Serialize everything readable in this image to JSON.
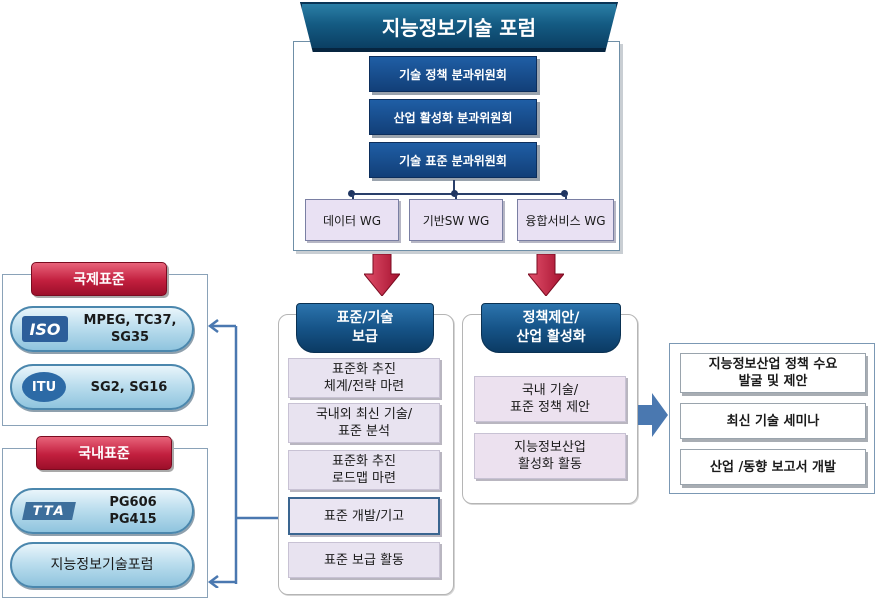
{
  "forum": {
    "title": "지능정보기술 포럼",
    "committees": [
      "기술 정책 분과위원회",
      "산업 활성화 분과위원회",
      "기술 표준 분과위원회"
    ],
    "working_groups": [
      "데이터 WG",
      "기반SW WG",
      "융합서비스 WG"
    ]
  },
  "international": {
    "label": "국제표준",
    "items": [
      {
        "logo": "ISO",
        "line1": "MPEG, TC37,",
        "line2": "SG35"
      },
      {
        "logo": "ITU",
        "line1": "SG2, SG16",
        "line2": ""
      }
    ]
  },
  "domestic": {
    "label": "국내표준",
    "items": [
      {
        "logo": "TTA",
        "line1": "PG606",
        "line2": "PG415"
      },
      {
        "logo": "",
        "line1": "지능정보기술포럼",
        "line2": ""
      }
    ]
  },
  "standards_column": {
    "head_line1": "표준/기술",
    "head_line2": "보급",
    "items": [
      {
        "line1": "표준화 추진",
        "line2": "체계/전략 마련"
      },
      {
        "line1": "국내외 최신 기술/",
        "line2": "표준 분석"
      },
      {
        "line1": "표준화 추진",
        "line2": "로드맵 마련"
      },
      {
        "line1": "표준 개발/기고",
        "line2": ""
      },
      {
        "line1": "표준 보급 활동",
        "line2": ""
      }
    ]
  },
  "policy_column": {
    "head_line1": "정책제안/",
    "head_line2": "산업 활성화",
    "items": [
      {
        "line1": "국내 기술/",
        "line2": "표준 정책 제안"
      },
      {
        "line1": "지능정보산업",
        "line2": "활성화 활동"
      }
    ]
  },
  "outputs": [
    {
      "line1": "지능정보산업 정책 수요",
      "line2": "발굴 및 제안"
    },
    {
      "line1": "최신 기술 세미나",
      "line2": ""
    },
    {
      "line1": "산업 /동향 보고서 개발",
      "line2": ""
    }
  ],
  "colors": {
    "banner_blue": "#145b83",
    "committee_blue": "#1f5ea5",
    "wg_lavender": "#e9e1f3",
    "label_red": "#c21f3e",
    "arrow_red": "#c5203f",
    "arrow_blue": "#4a78b0",
    "pill_blue": "#bcdeee"
  }
}
